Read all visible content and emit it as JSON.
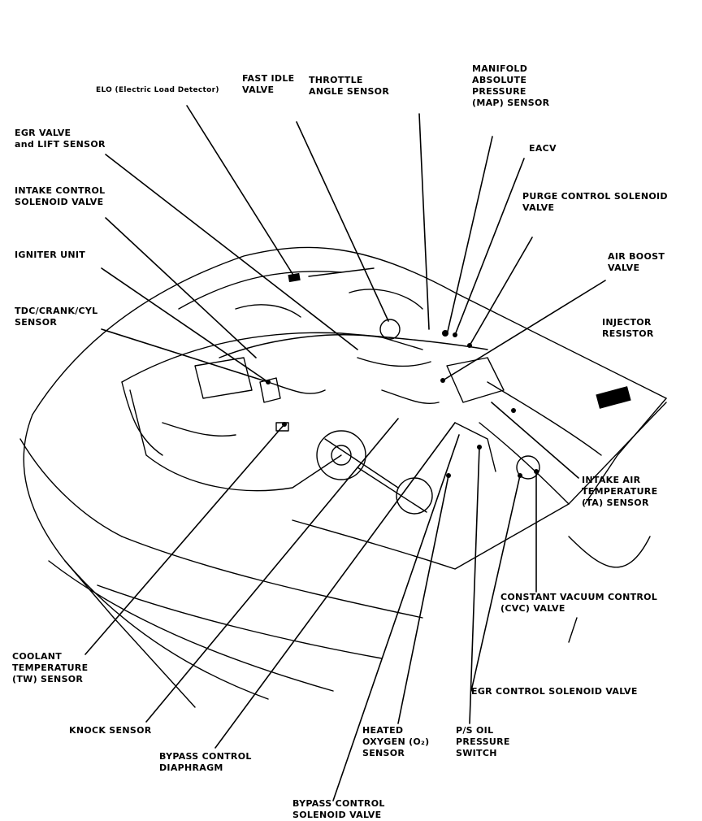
{
  "colors": {
    "ink": "#000000",
    "paper": "#ffffff"
  },
  "labels": {
    "elo": [
      "ELO (Electric Load Detector)"
    ],
    "fast_idle": [
      "FAST IDLE",
      "VALVE"
    ],
    "throttle": [
      "THROTTLE",
      "ANGLE SENSOR"
    ],
    "map": [
      "MANIFOLD",
      "ABSOLUTE",
      "PRESSURE",
      "(MAP) SENSOR"
    ],
    "eacv": [
      "EACV"
    ],
    "purge": [
      "PURGE CONTROL SOLENOID",
      "VALVE"
    ],
    "egr_valve": [
      "EGR VALVE",
      "and LIFT SENSOR"
    ],
    "intake_ctrl": [
      "INTAKE CONTROL",
      "SOLENOID VALVE"
    ],
    "igniter": [
      "IGNITER UNIT"
    ],
    "tdc": [
      "TDC/CRANK/CYL",
      "SENSOR"
    ],
    "air_boost": [
      "AIR BOOST",
      "VALVE"
    ],
    "injector": [
      "INJECTOR",
      "RESISTOR"
    ],
    "intake_air": [
      "INTAKE AIR",
      "TEMPERATURE",
      "(TA) SENSOR"
    ],
    "cvc": [
      "CONSTANT VACUUM CONTROL",
      "(CVC) VALVE"
    ],
    "coolant": [
      "COOLANT",
      "TEMPERATURE",
      "(TW) SENSOR"
    ],
    "egr_sol": [
      "EGR CONTROL SOLENOID VALVE"
    ],
    "knock": [
      "KNOCK SENSOR"
    ],
    "bypass_diaphragm": [
      "BYPASS CONTROL",
      "DIAPHRAGM"
    ],
    "o2": [
      "HEATED",
      "OXYGEN (O₂)",
      "SENSOR"
    ],
    "ps_oil": [
      "P/S OIL",
      "PRESSURE",
      "SWITCH"
    ],
    "bypass_sol": [
      "BYPASS CONTROL",
      "SOLENOID VALVE"
    ]
  }
}
